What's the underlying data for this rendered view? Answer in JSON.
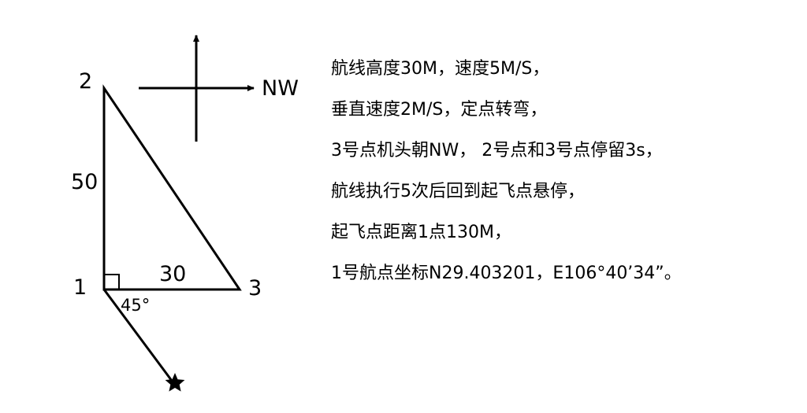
{
  "diagram": {
    "compass": {
      "direction_label": "NW"
    },
    "points": {
      "p1": "1",
      "p2": "2",
      "p3": "3"
    },
    "edges": {
      "side_1_2": "50",
      "side_1_3": "30"
    },
    "angle_label": "45°",
    "icons": {
      "home": "star-icon",
      "right_angle": "right-angle-marker"
    },
    "colors": {
      "stroke": "#000000",
      "background": "#ffffff"
    }
  },
  "notes": [
    "航线高度30M，速度5M/S，",
    "垂直速度2M/S，定点转弯，",
    "3号点机头朝NW， 2号点和3号点停留3s，",
    "航线执行5次后回到起飞点悬停，",
    "起飞点距离1点130M，",
    "1号航点坐标N29.403201，E106°40’34”。"
  ]
}
